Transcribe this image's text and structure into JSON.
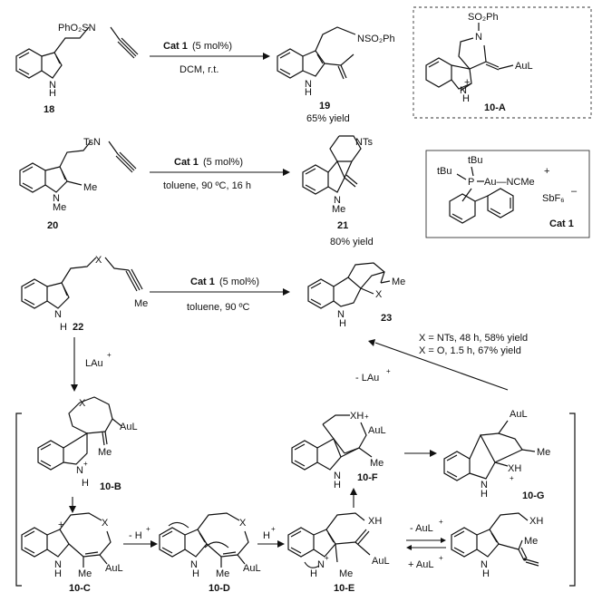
{
  "rxn1": {
    "sm_group": "PhO₂SN",
    "sm_nh": "N",
    "sm_h": "H",
    "sm_label": "18",
    "cond_cat": "Cat 1",
    "cond_cat_amt": "(5 mol%)",
    "cond_solvent": "DCM, r.t.",
    "prod_group": "NSO₂Ph",
    "prod_nh": "N",
    "prod_h": "H",
    "prod_label": "19",
    "yield": "65% yield"
  },
  "box_10a": {
    "group": "SO₂Ph",
    "n": "N",
    "aul": "AuL",
    "nh": "N",
    "h": "H",
    "plus": "+",
    "label": "10-A"
  },
  "rxn2": {
    "sm_group": "TsN",
    "sm_me": "Me",
    "sm_n": "N",
    "sm_nme": "Me",
    "sm_label": "20",
    "cond_cat": "Cat 1",
    "cond_cat_amt": "(5 mol%)",
    "cond_solvent": "toluene, 90 ºC, 16 h",
    "prod_group": "NTs",
    "prod_n": "N",
    "prod_me": "Me",
    "prod_label": "21",
    "yield": "80% yield"
  },
  "cat_box": {
    "tbu1": "tBu",
    "tbu2": "tBu",
    "p": "P",
    "au": "Au—NCMe",
    "plus": "+",
    "anion": "SbF₆",
    "minus": "–",
    "label": "Cat 1"
  },
  "rxn3": {
    "sm_x": "X",
    "sm_me": "Me",
    "sm_n": "N",
    "sm_h": "H",
    "sm_label": "22",
    "cond_cat": "Cat 1",
    "cond_cat_amt": "(5 mol%)",
    "cond_solvent": "toluene, 90 ºC",
    "prod_me": "Me",
    "prod_x": "X",
    "prod_n": "N",
    "prod_h": "H",
    "prod_label": "23",
    "result1": "X = NTs, 48 h, 58% yield",
    "result2": "X = O, 1.5 h, 67% yield"
  },
  "mechanism": {
    "lau": "LAu",
    "lau_plus": "+",
    "minus_lau": "- LAu",
    "minus_lau_plus": "+",
    "b_x": "X",
    "b_aul": "AuL",
    "b_me": "Me",
    "b_n": "N",
    "b_h": "H",
    "b_plus": "+",
    "b_label": "10-B",
    "c_plus": "+",
    "c_x": "X",
    "c_n": "N",
    "c_h": "H",
    "c_me": "Me",
    "c_aul": "AuL",
    "c_label": "10-C",
    "step_c_d": "- H",
    "step_c_d_plus": "+",
    "d_x": "X",
    "d_n": "N",
    "d_h": "H",
    "d_me": "Me",
    "d_aul": "AuL",
    "d_label": "10-D",
    "step_d_e": "H",
    "step_d_e_plus": "+",
    "e_xh": "XH",
    "e_n": "N",
    "e_h": "H",
    "e_plus": "+",
    "e_me": "Me",
    "e_aul": "AuL",
    "e_label": "10-E",
    "eq_minus": "- AuL",
    "eq_minus_plus": "+",
    "eq_plus": "+ AuL",
    "eq_plus_plus": "+",
    "allene_xh": "XH",
    "allene_me": "Me",
    "allene_n": "N",
    "allene_h": "H",
    "f_xh": "XH",
    "f_aul": "AuL",
    "f_plus": "+",
    "f_me": "Me",
    "f_n": "N",
    "f_h": "H",
    "f_label": "10-F",
    "g_aul": "AuL",
    "g_me": "Me",
    "g_xh": "XH",
    "g_plus": "+",
    "g_n": "N",
    "g_h": "H",
    "g_label": "10-G"
  }
}
